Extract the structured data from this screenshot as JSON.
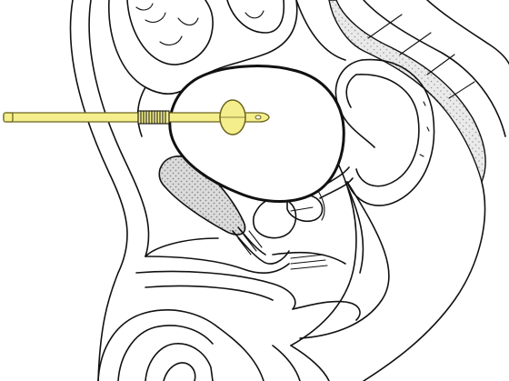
{
  "colors": {
    "background": "#ffffff",
    "outline": "#111111",
    "catheter": "#f4ee8c",
    "catheter_stroke": "#6b6520",
    "stipple_fill": "#d9d9d9",
    "stipple_dot": "#8a8a8a"
  },
  "parts": [
    {
      "id": "bladder",
      "icon": "bladder-outline"
    },
    {
      "id": "catheter",
      "icon": "foley-catheter"
    },
    {
      "id": "balloon",
      "icon": "catheter-balloon"
    },
    {
      "id": "pubic-bone",
      "icon": "stippled-bone"
    },
    {
      "id": "sacrum",
      "icon": "stippled-vertebrae"
    },
    {
      "id": "rectum",
      "icon": "curved-tube"
    },
    {
      "id": "prostate",
      "icon": "gland-outline"
    },
    {
      "id": "urethra",
      "icon": "tube-lines"
    },
    {
      "id": "intestines",
      "icon": "coiled-outline"
    }
  ]
}
